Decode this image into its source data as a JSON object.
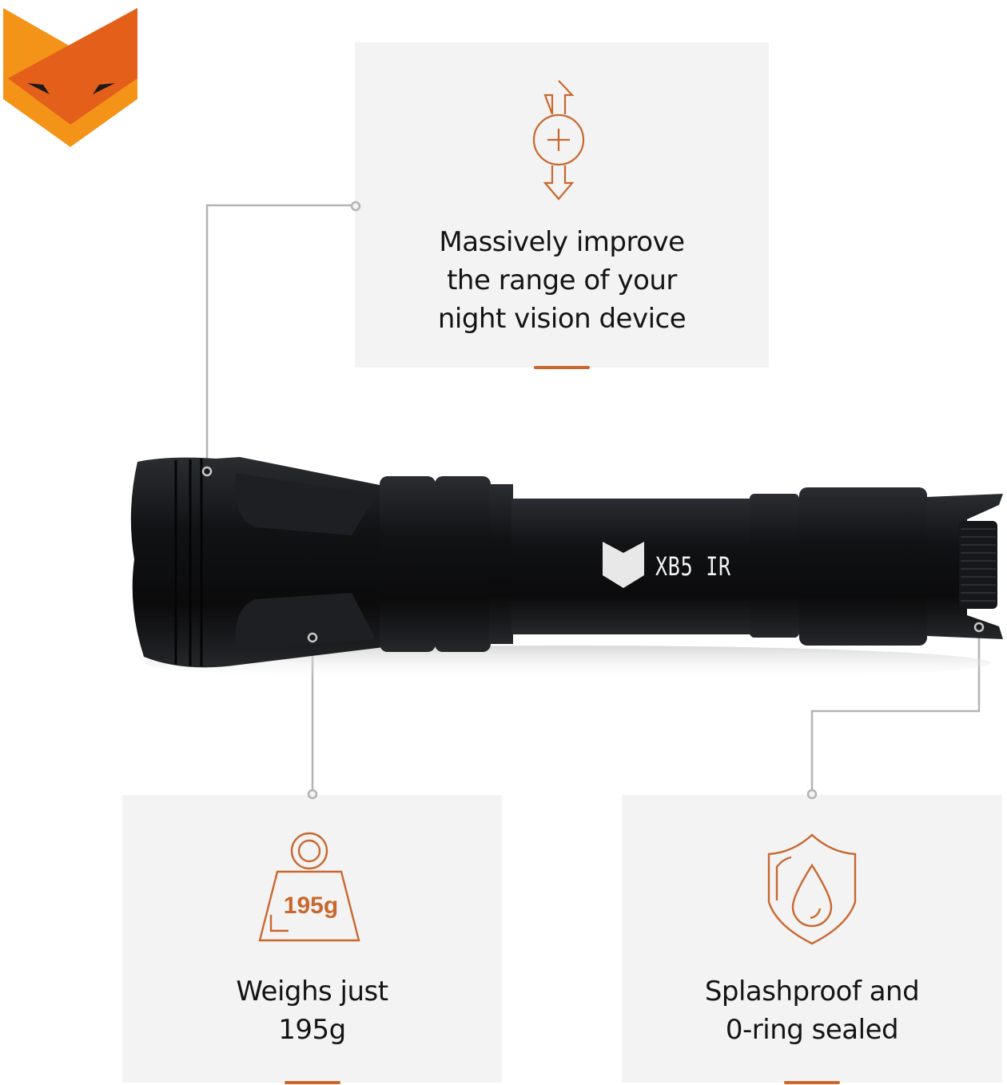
{
  "brand": {
    "logo_icon": "fox-head-logo",
    "colors": {
      "orange_light": "#f39318",
      "orange_dark": "#e4601a",
      "accent": "#c8682f",
      "panel_bg": "#f3f3f3",
      "connector": "#b3b3b3"
    }
  },
  "product": {
    "model_label": "XB5 IR",
    "image": "black-ir-flashlight"
  },
  "features": [
    {
      "icon": "range-arrows-plus-icon",
      "caption_lines": [
        "Massively improve",
        "the range of your",
        "night vision device"
      ]
    },
    {
      "icon": "weight-195g-icon",
      "icon_text": "195g",
      "caption_lines": [
        "Weighs just",
        "195g"
      ]
    },
    {
      "icon": "shield-water-drop-icon",
      "caption_lines": [
        "Splashproof and",
        "0-ring sealed"
      ]
    }
  ]
}
